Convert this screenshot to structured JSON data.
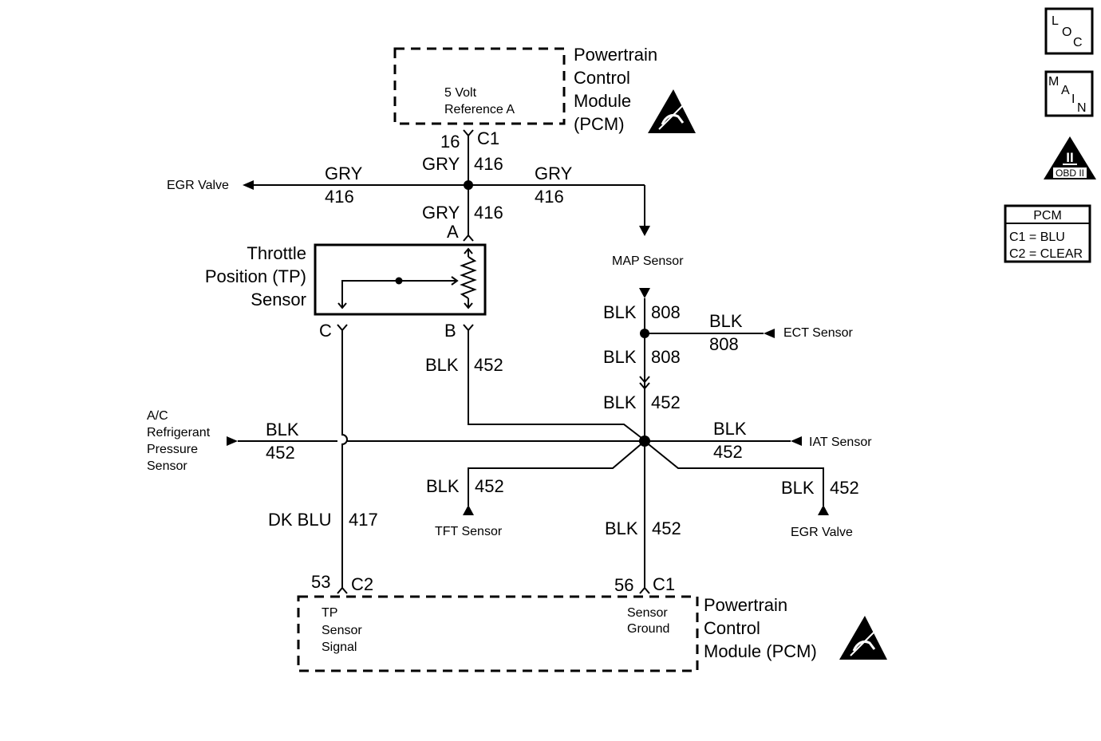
{
  "pcm_top": {
    "title_lines": [
      "Powertrain",
      "Control",
      "Module",
      "(PCM)"
    ],
    "terminal_lines": [
      "5 Volt",
      "Reference A"
    ],
    "pin": "16",
    "connector": "C1"
  },
  "pcm_bottom": {
    "title_lines": [
      "Powertrain",
      "Control",
      "Module (PCM)"
    ],
    "tp_signal_lines": [
      "TP",
      "Sensor",
      "Signal"
    ],
    "ground_lines": [
      "Sensor",
      "Ground"
    ],
    "pin_left": "53",
    "conn_left": "C2",
    "pin_right": "56",
    "conn_right": "C1"
  },
  "tp_sensor": {
    "title_lines": [
      "Throttle",
      "Position (TP)",
      "Sensor"
    ],
    "pin_a": "A",
    "pin_b": "B",
    "pin_c": "C"
  },
  "components": {
    "egr_valve_top": "EGR Valve",
    "map_sensor": "MAP Sensor",
    "ect_sensor": "ECT Sensor",
    "ac_sensor_lines": [
      "A/C",
      "Refrigerant",
      "Pressure",
      "Sensor"
    ],
    "iat_sensor": "IAT Sensor",
    "tft_sensor": "TFT Sensor",
    "egr_valve_bottom": "EGR Valve"
  },
  "wires": {
    "gry": "GRY",
    "w416": "416",
    "blk": "BLK",
    "w808": "808",
    "w452": "452",
    "dkblu": "DK BLU",
    "w417": "417"
  },
  "legend": {
    "loc": [
      "L",
      "O",
      "C"
    ],
    "main": [
      "M",
      "A",
      "I",
      "N"
    ],
    "obd_mark": "II",
    "obd_text": "OBD II",
    "pcm_title": "PCM",
    "c1": "C1 = BLU",
    "c2": "C2 = CLEAR"
  }
}
